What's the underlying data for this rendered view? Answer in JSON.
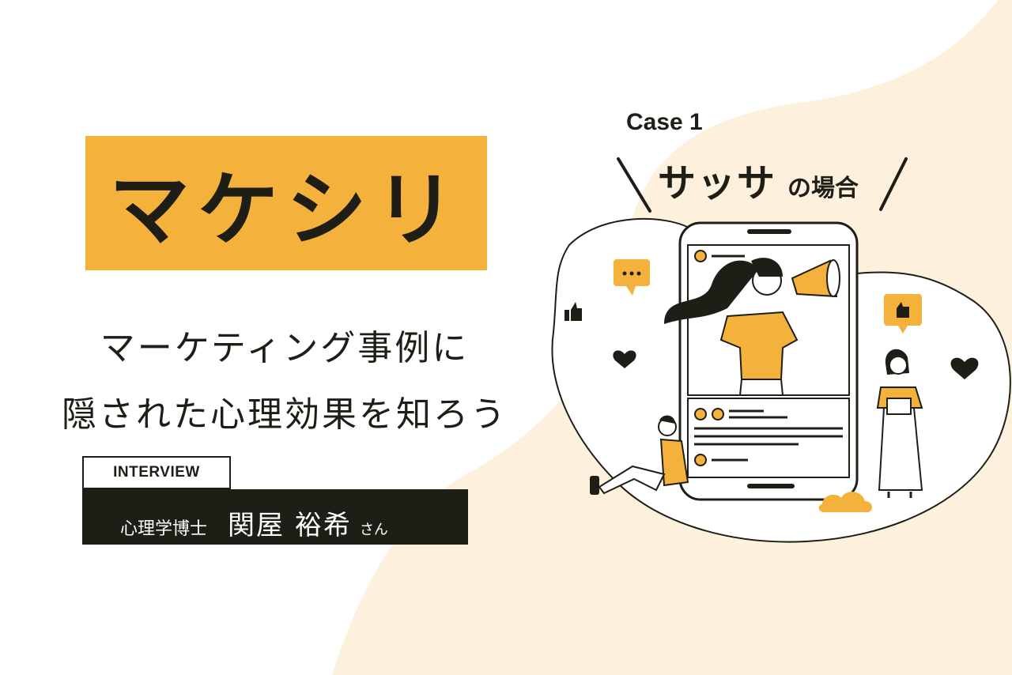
{
  "brand": {
    "title": "マケシリ"
  },
  "subtitle": {
    "line1": "マーケティング事例に",
    "line2": "隠された心理効果を知ろう"
  },
  "interview": {
    "tag": "INTERVIEW",
    "person_title": "心理学博士",
    "person_name": "関屋 裕希",
    "honorific": "さん"
  },
  "case": {
    "label": "Case 1",
    "name": "サッサ",
    "suffix": "の場合"
  },
  "colors": {
    "accent": "#f4b13c",
    "dark": "#1e1e17",
    "background_blob": "#fdf1dd"
  },
  "icons": [
    "chat-bubble-icon",
    "thumbs-up-icon",
    "heart-icon",
    "megaphone-icon",
    "laptop-icon"
  ]
}
